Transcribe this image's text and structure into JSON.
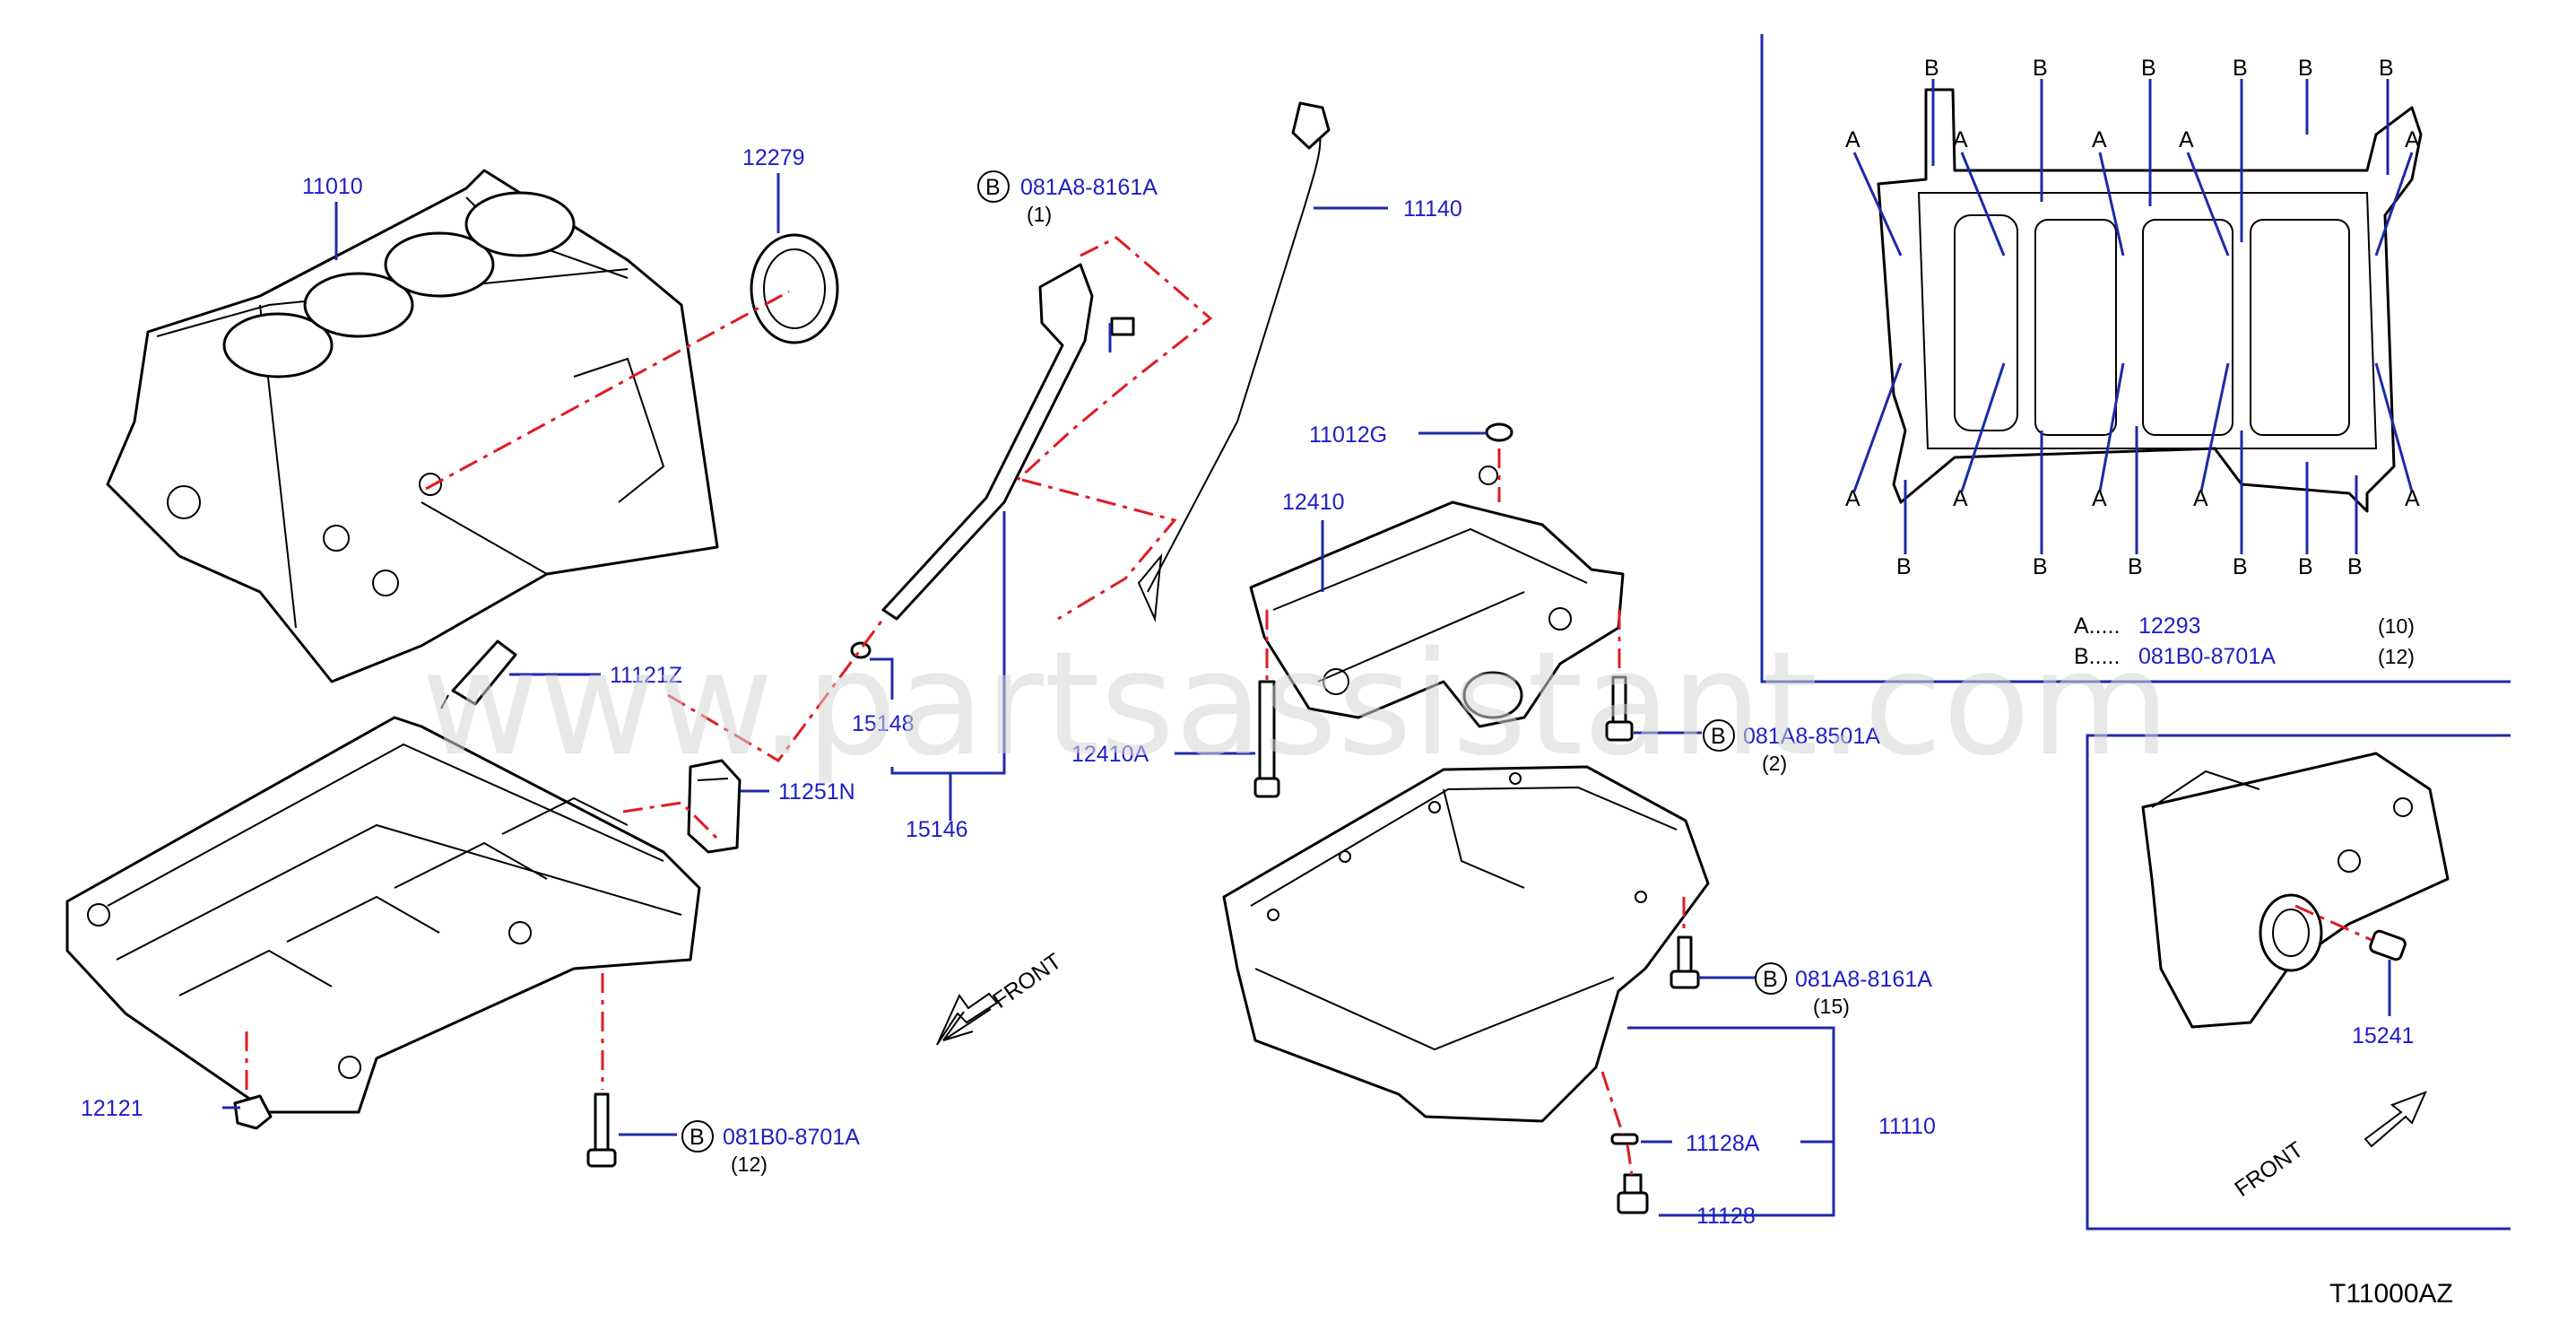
{
  "watermark": "www.partsassistant.com",
  "diagram_code": "T11000AZ",
  "front_labels": {
    "main": "FRONT",
    "inset": "FRONT"
  },
  "callouts": {
    "c11010": "11010",
    "c12279": "12279",
    "c11140": "11140",
    "c11121z": "11121Z",
    "c11251n": "11251N",
    "c15148": "15148",
    "c15146": "15146",
    "c12121": "12121",
    "c11012g": "11012G",
    "c12410": "12410",
    "c12410a": "12410A",
    "c11110": "11110",
    "c11128a": "11128A",
    "c11128": "11128",
    "c15241": "15241",
    "b1_pn": "081A8-8161A",
    "b1_qty": "(1)",
    "b2_pn": "081A8-8501A",
    "b2_qty": "(2)",
    "b3_pn": "081A8-8161A",
    "b3_qty": "(15)",
    "b4_pn": "081B0-8701A",
    "b4_qty": "(12)",
    "circle_letter": "B"
  },
  "legend": [
    {
      "key": "A.....",
      "pn": "12293",
      "qty": "(10)"
    },
    {
      "key": "B.....",
      "pn": "081B0-8701A",
      "qty": "(12)"
    }
  ],
  "bolt_pattern": {
    "letter_a": "A",
    "letter_b": "B"
  }
}
